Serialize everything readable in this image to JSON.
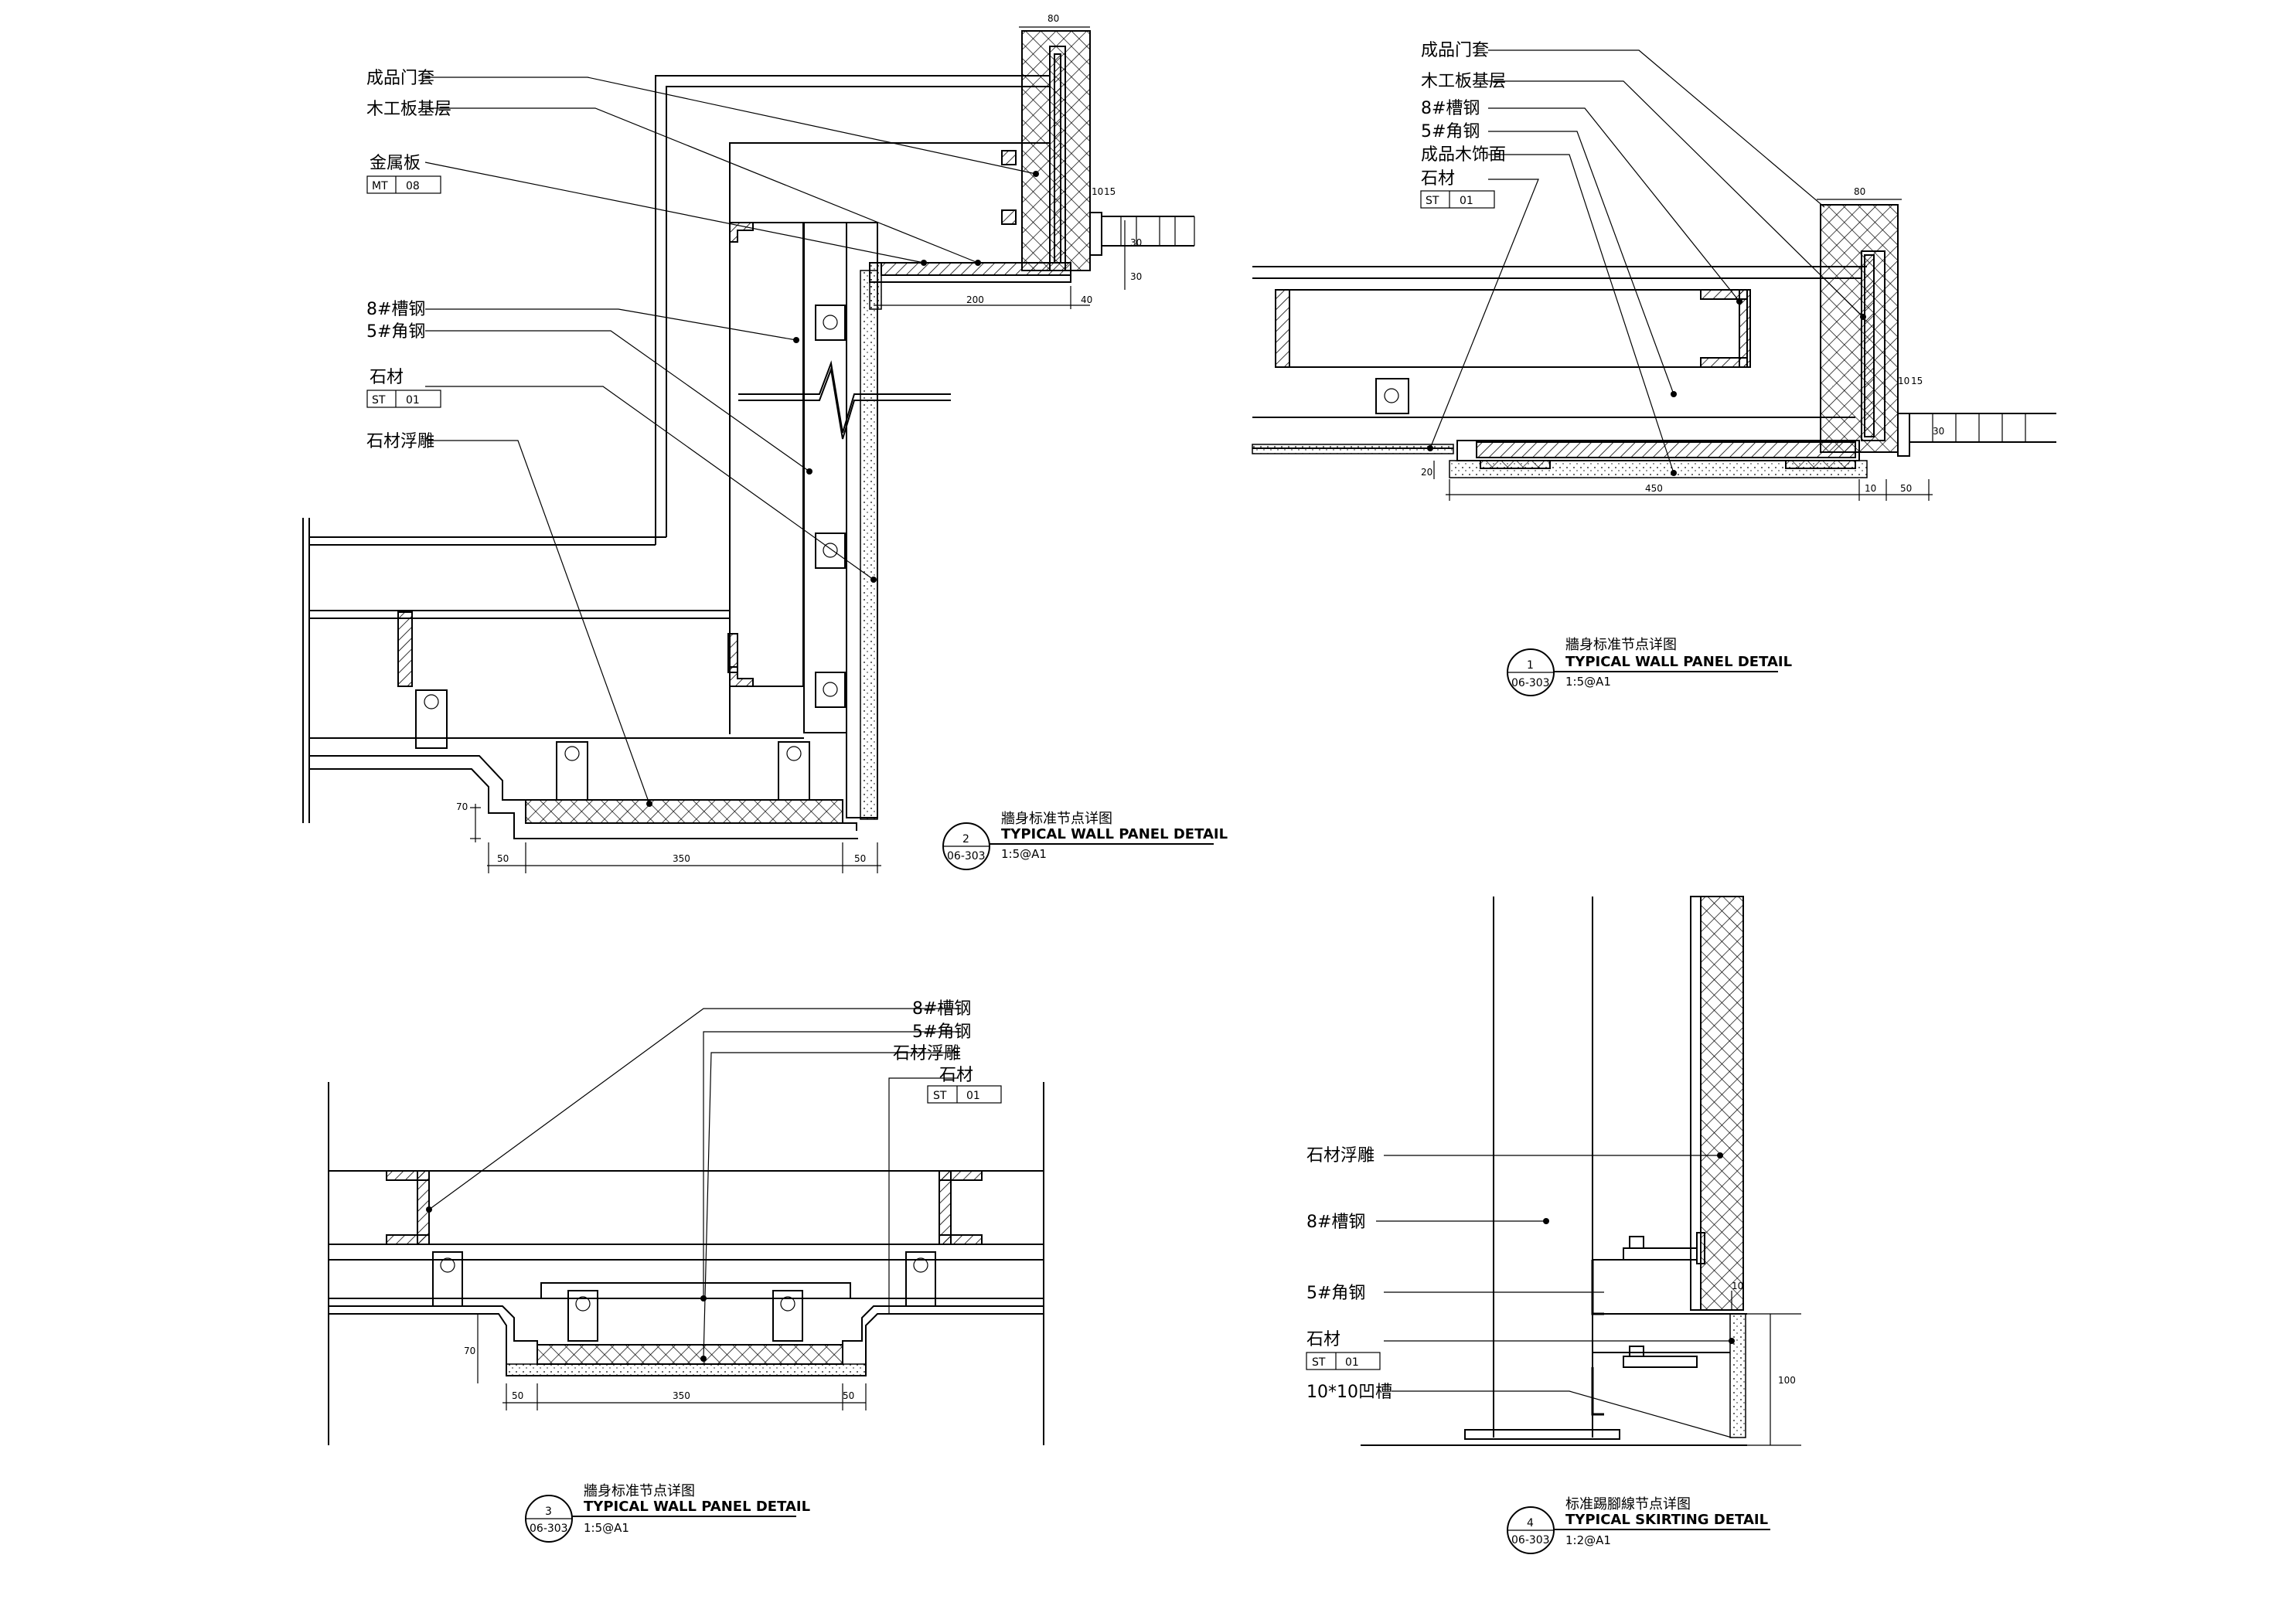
{
  "colors": {
    "ink": "#000000",
    "paper": "#ffffff"
  },
  "detail2": {
    "labels": [
      "成品门套",
      "木工板基层",
      "金属板",
      "8#槽钢",
      "5#角钢",
      "石材",
      "石材浮雕"
    ],
    "mt_code": [
      "MT",
      "08"
    ],
    "st_code": [
      "ST",
      "01"
    ],
    "dims": [
      "80",
      "10",
      "15",
      "30",
      "200",
      "40",
      "30",
      "70",
      "50",
      "350",
      "50"
    ],
    "title": {
      "number": "2",
      "ref": "06-303",
      "cn": "牆身标准节点详图",
      "en": "TYPICAL WALL PANEL DETAIL",
      "scale": "1:5@A1"
    }
  },
  "detail1": {
    "labels": [
      "成品门套",
      "木工板基层",
      "8#槽钢",
      "5#角钢",
      "成品木饰面",
      "石材"
    ],
    "st_code": [
      "ST",
      "01"
    ],
    "dims": [
      "80",
      "10",
      "15",
      "30",
      "20",
      "450",
      "10",
      "50"
    ],
    "title": {
      "number": "1",
      "ref": "06-303",
      "cn": "牆身标准节点详图",
      "en": "TYPICAL WALL PANEL DETAIL",
      "scale": "1:5@A1"
    }
  },
  "detail3": {
    "labels": [
      "8#槽钢",
      "5#角钢",
      "石材浮雕",
      "石材"
    ],
    "st_code": [
      "ST",
      "01"
    ],
    "dims": [
      "70",
      "50",
      "350",
      "50"
    ],
    "title": {
      "number": "3",
      "ref": "06-303",
      "cn": "牆身标准节点详图",
      "en": "TYPICAL WALL PANEL DETAIL",
      "scale": "1:5@A1"
    }
  },
  "detail4": {
    "labels": [
      "石材浮雕",
      "8#槽钢",
      "5#角钢",
      "石材",
      "10*10凹槽"
    ],
    "st_code": [
      "ST",
      "01"
    ],
    "dims": [
      "10",
      "100"
    ],
    "title": {
      "number": "4",
      "ref": "06-303",
      "cn": "标准踢腳線节点详图",
      "en": "TYPICAL SKIRTING DETAIL",
      "scale": "1:2@A1"
    }
  }
}
